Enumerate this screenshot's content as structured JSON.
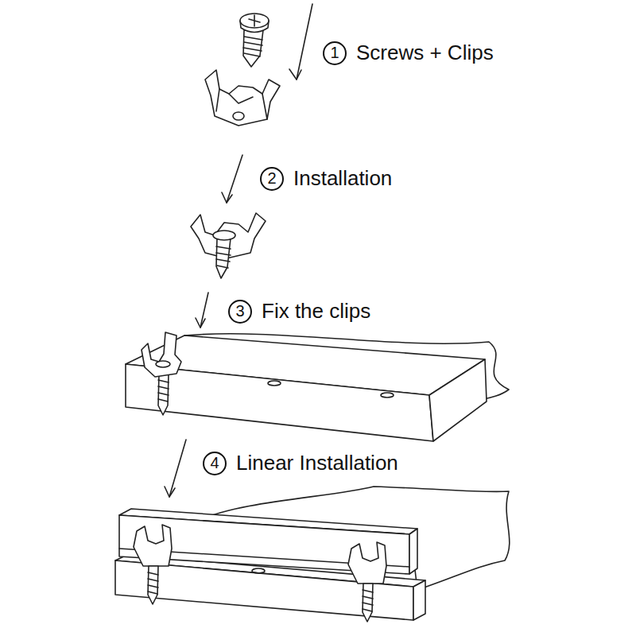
{
  "diagram": {
    "nodes": [
      {
        "text": [
          "1",
          "Screws + Clips"
        ]
      },
      {
        "text": [
          "2",
          "Installation"
        ]
      },
      {
        "text": [
          "3",
          "Fix the clips"
        ]
      },
      {
        "text": [
          "4",
          "Linear Installation"
        ]
      }
    ]
  }
}
